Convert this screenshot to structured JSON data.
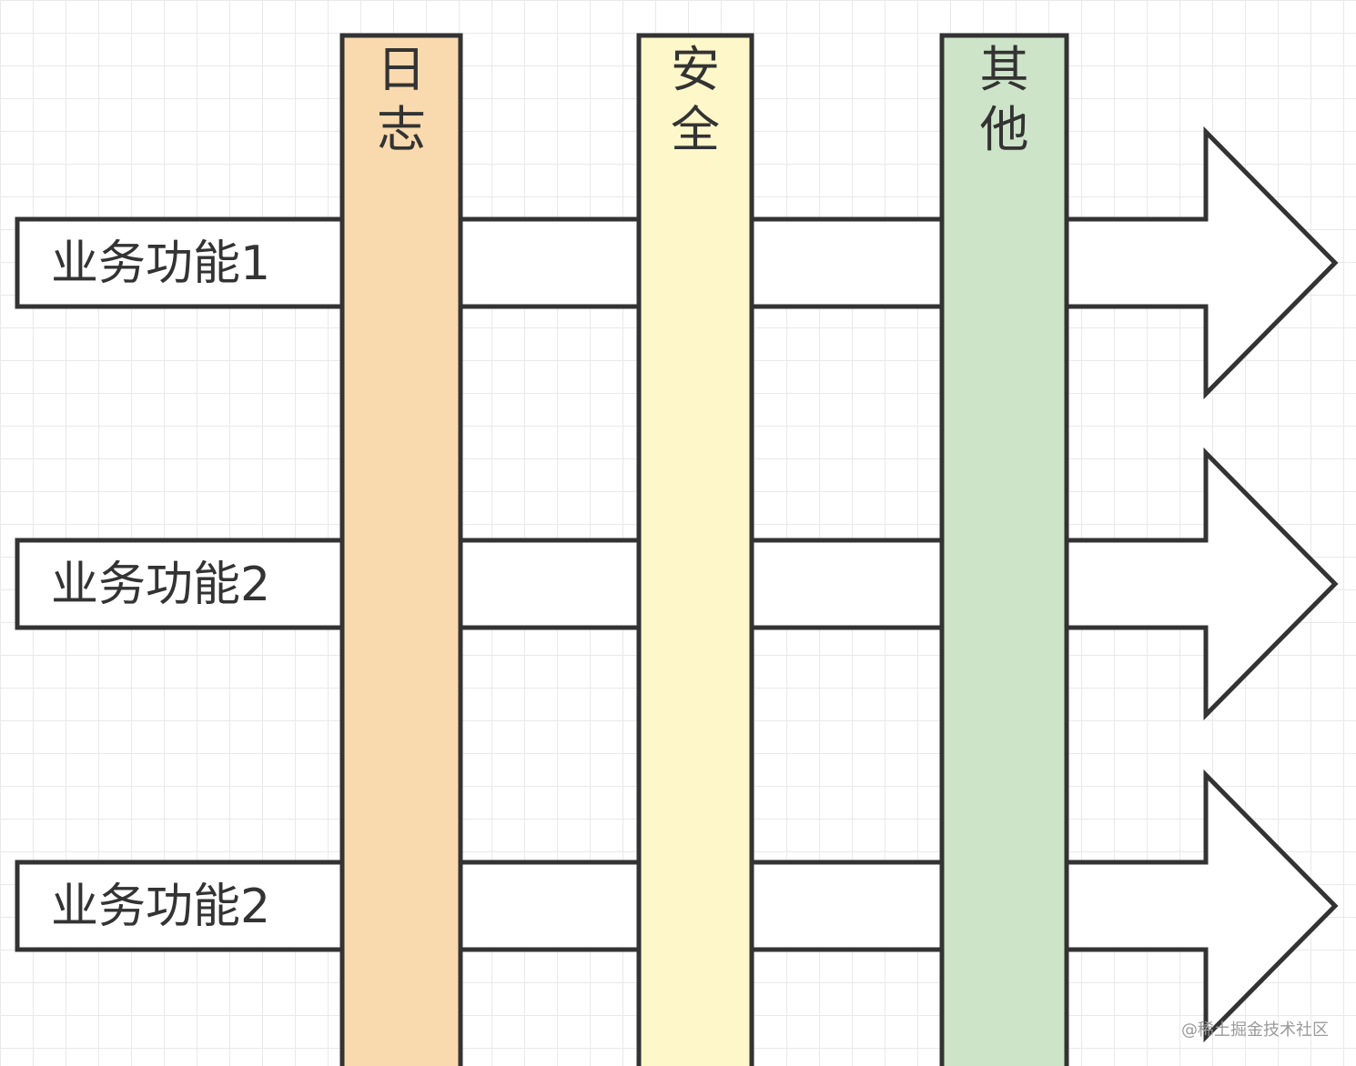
{
  "diagram": {
    "flows": [
      {
        "label": "业务功能1"
      },
      {
        "label": "业务功能2"
      },
      {
        "label": "业务功能2"
      }
    ],
    "columns": [
      {
        "label": "日志",
        "color": "#f9d9ae"
      },
      {
        "label": "安全",
        "color": "#fef7c9"
      },
      {
        "label": "其他",
        "color": "#cde4c9"
      }
    ]
  },
  "watermark": "@稀土掘金技术社区"
}
